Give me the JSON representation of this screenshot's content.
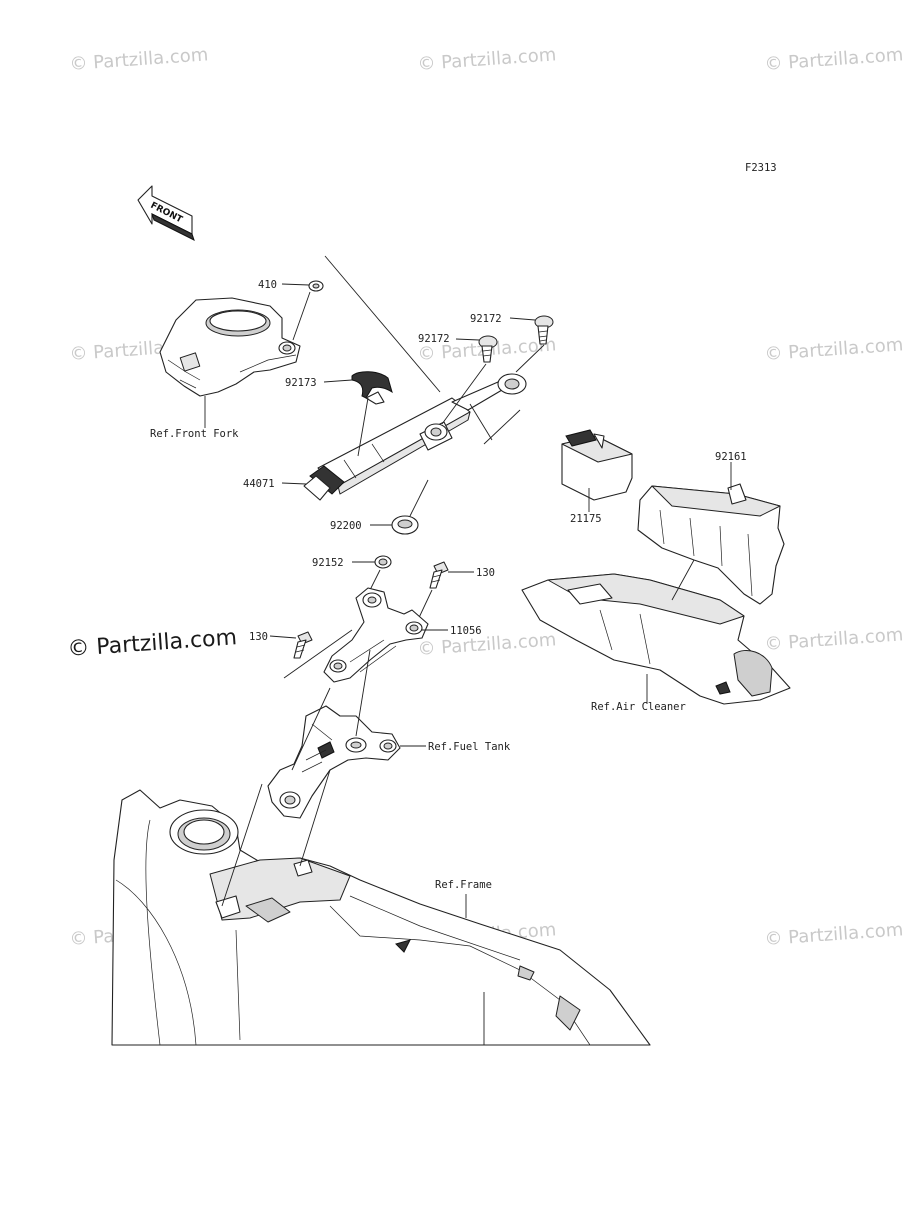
{
  "figure_code": "F2313",
  "front_arrow_label": "FRONT",
  "watermark_text": "© Partzilla.com",
  "watermark_big_text": "© Partzilla.com",
  "parts": {
    "p410": "410",
    "p92172a": "92172",
    "p92172b": "92172",
    "p92173": "92173",
    "p44071": "44071",
    "p92200": "92200",
    "p92152": "92152",
    "p130a": "130",
    "p130b": "130",
    "p11056": "11056",
    "p92161": "92161",
    "p21175": "21175"
  },
  "refs": {
    "front_fork": "Ref.Front Fork",
    "fuel_tank": "Ref.Fuel Tank",
    "air_cleaner": "Ref.Air Cleaner",
    "frame": "Ref.Frame"
  }
}
